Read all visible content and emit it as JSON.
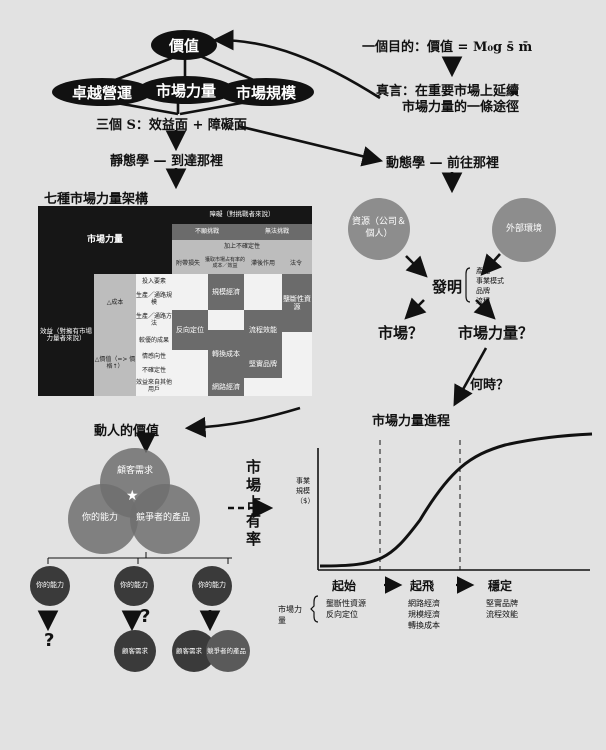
{
  "top": {
    "value": "價值",
    "pills": [
      "卓越營運",
      "市場力量",
      "市場規模"
    ],
    "three_s": "三個 S：效益面 + 障礙面",
    "statics": "靜態學 — 到達那裡",
    "dynamics": "動態學 — 前往那裡",
    "one_goal": "一個目的：價值 = M₀g s̄ m̄",
    "mantra_line1": "真言：在重要市場上延續",
    "mantra_line2": "市場力量的一條途徑"
  },
  "table": {
    "title": "七種市場力量架構",
    "header_main": "市場力量",
    "header_barrier": "障礙（對挑戰者來說）",
    "header_cannot": "不願挑戰",
    "header_unable": "無法挑戰",
    "header_uncertainty": "加上不確定性",
    "cols": [
      "附帶損失",
      "獲取市場占有率的成本／效益",
      "滯後作用",
      "法令"
    ],
    "benefit_label": "效益（對擁有市場力量者來說）",
    "cost_label": "△成本",
    "price_label": "△價值（=> 價格↑）",
    "rows": [
      "投入要素",
      "生產／通路規模",
      "生產／通路方法",
      "較優的成果",
      "情感向性",
      "不確定性",
      "效益來自其他用戶"
    ],
    "powers": {
      "scale": "規模經濟",
      "cornered": "壟斷性資源",
      "counter": "反向定位",
      "process": "流程效能",
      "switching": "轉換成本",
      "brand": "堅實品牌",
      "network": "網路經濟"
    }
  },
  "dynamics_section": {
    "resources": "資源（公司＆個人）",
    "environment": "外部環境",
    "invention": "發明",
    "invention_items": [
      "產品",
      "事業模式",
      "品牌",
      "流程"
    ],
    "market_q": "市場？",
    "power_q": "市場力量？",
    "when_q": "何時？"
  },
  "compelling": {
    "title": "動人的價值",
    "customer_needs": "顧客需求",
    "your_capability": "你的能力",
    "competitor_product": "競爭者的產品",
    "sub_your": [
      "你的能力",
      "你的能力",
      "你的能力"
    ],
    "sub_needs": "顧客需求",
    "sub_needs2": "顧客需求",
    "sub_comp": "競爭者的產品",
    "qmark": "?"
  },
  "progression": {
    "title": "市場力量進程",
    "share_label": "市場占有率",
    "y_label": "事業規模（$）",
    "stages": [
      "起始",
      "起飛",
      "穩定"
    ],
    "power_label": "市場力量",
    "origination": [
      "壟斷性資源",
      "反向定位"
    ],
    "takeoff": [
      "網路經濟",
      "規模經濟",
      "轉換成本"
    ],
    "stability": [
      "堅實品牌",
      "流程效能"
    ]
  }
}
